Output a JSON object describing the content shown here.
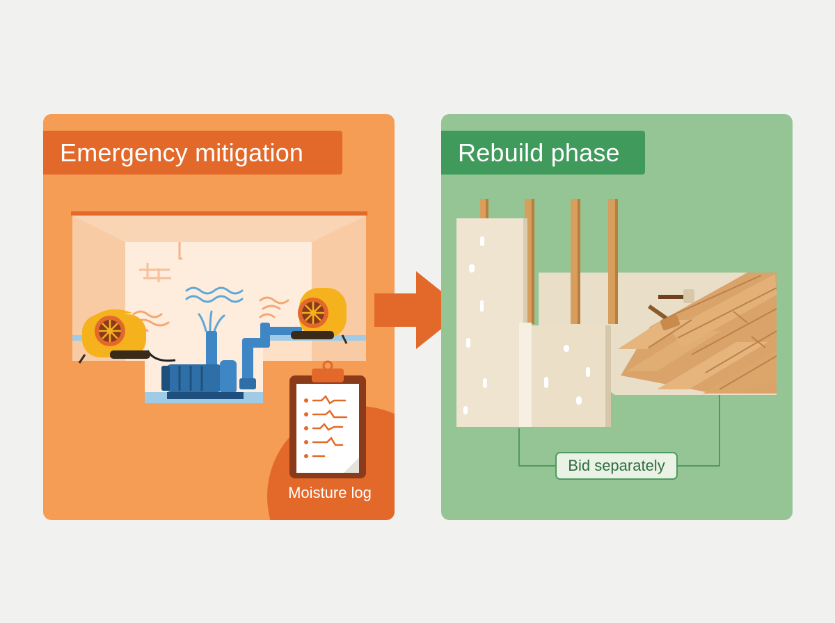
{
  "left_panel": {
    "title": "Emergency mitigation",
    "moisture_log_label": "Moisture log"
  },
  "right_panel": {
    "title": "Rebuild phase",
    "bid_label": "Bid separately"
  },
  "colors": {
    "page_bg": "#f1f1f0",
    "mitigation_panel": "#f59c55",
    "mitigation_accent": "#e2692a",
    "rebuild_panel": "#95c594",
    "rebuild_accent": "#3f9a5c",
    "pump_blue": "#2f6fa8",
    "fan_yellow": "#f5b21d"
  },
  "icons": [
    "air-mover-fan-icon",
    "water-pump-icon",
    "water-spray-icon",
    "airflow-icon",
    "clipboard-icon",
    "hammer-icon",
    "wall-stud-icon",
    "drywall-icon",
    "wood-flooring-icon",
    "arrow-right-icon"
  ]
}
